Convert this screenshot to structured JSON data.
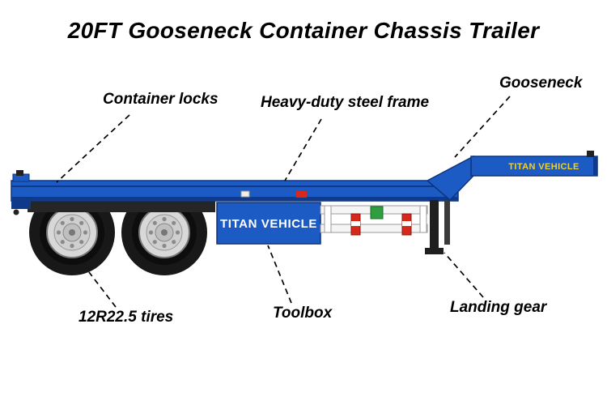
{
  "title": "20FT Gooseneck Container Chassis Trailer",
  "callouts": {
    "container_locks": {
      "label": "Container locks"
    },
    "steel_frame": {
      "label": "Heavy-duty steel frame"
    },
    "gooseneck": {
      "label": "Gooseneck"
    },
    "tires": {
      "label": "12R22.5 tires"
    },
    "toolbox": {
      "label": "Toolbox"
    },
    "landing_gear": {
      "label": "Landing gear"
    }
  },
  "trailer": {
    "side_brand": "TITAN VEHICLE",
    "gooseneck_brand": "TITAN VEHICLE"
  },
  "colors": {
    "chassis_blue": "#1d5bc4",
    "chassis_blue_dark": "#11398a",
    "brand_yellow": "#f0d12d",
    "accent_red": "#d6281b",
    "accent_green": "#2f9e3f"
  }
}
